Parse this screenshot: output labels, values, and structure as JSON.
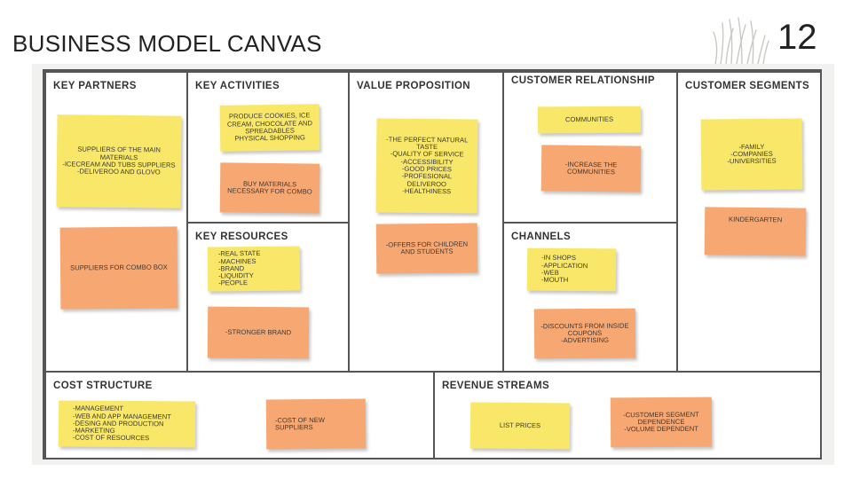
{
  "header": {
    "title": "BUSINESS MODEL CANVAS",
    "page_number": "12"
  },
  "colors": {
    "yellow_note": "#f8e768",
    "orange_note": "#f7a872",
    "frame": "#555555"
  },
  "canvas": {
    "key_partners": {
      "title": "KEY PARTNERS",
      "notes": [
        {
          "color": "yellow",
          "text": "SUPPLIERS OF THE MAIN MATERIALS\n-ICECREAM AND TUBS SUPPLIERS\n-DELIVEROO AND GLOVO"
        },
        {
          "color": "orange",
          "text": "SUPPLIERS FOR COMBO BOX"
        }
      ]
    },
    "key_activities": {
      "title": "KEY ACTIVITIES",
      "notes": [
        {
          "color": "yellow",
          "text": "PRODUCE COOKIES, ICE CREAM, CHOCOLATE AND SPREADABLES\nPHYSICAL SHOPPING"
        },
        {
          "color": "orange",
          "text": "BUY MATERIALS NECESSARY FOR COMBO"
        }
      ]
    },
    "key_resources": {
      "title": "KEY RESOURCES",
      "notes": [
        {
          "color": "yellow",
          "text": "-REAL STATE\n-MACHINES\n-BRAND\n-LIQUIDITY\n-PEOPLE"
        },
        {
          "color": "orange",
          "text": "-STRONGER BRAND"
        }
      ]
    },
    "value_proposition": {
      "title": "VALUE PROPOSITION",
      "notes": [
        {
          "color": "yellow",
          "text": "-THE PERFECT NATURAL TASTE\n-QUALITY OF SERVICE\n-ACCESSIBILITY\n-GOOD PRICES\n-PROFESIONAL DELIVEROO\n-HEALTHINESS"
        },
        {
          "color": "orange",
          "text": "-OFFERS FOR CHILDREN AND STUDENTS"
        }
      ]
    },
    "customer_relationship": {
      "title": "CUSTOMER RELATIONSHIP",
      "notes": [
        {
          "color": "yellow",
          "text": "COMMUNITIES"
        },
        {
          "color": "orange",
          "text": "-INCREASE THE COMMUNITIES"
        }
      ]
    },
    "channels": {
      "title": "CHANNELS",
      "notes": [
        {
          "color": "yellow",
          "text": "-IN SHOPS\n-APPLICATION\n-WEB\n-MOUTH"
        },
        {
          "color": "orange",
          "text": "-DISCOUNTS FROM INSIDE COUPONS\n-ADVERTISING"
        }
      ]
    },
    "customer_segments": {
      "title": "CUSTOMER SEGMENTS",
      "notes": [
        {
          "color": "yellow",
          "text": "-FAMILY\n-COMPANIES\n-UNIVERSITIES"
        },
        {
          "color": "orange",
          "text": "KINDERGARTEN"
        }
      ]
    },
    "cost_structure": {
      "title": "COST STRUCTURE",
      "notes": [
        {
          "color": "yellow",
          "text": "-MANAGEMENT\n-WEB AND APP MANAGEMENT\n-DESING AND PRODUCTION\n-MARKETING\n-COST OF RESOURCES"
        },
        {
          "color": "orange",
          "text": "-COST OF NEW SUPPLIERS"
        }
      ]
    },
    "revenue_streams": {
      "title": "REVENUE STREAMS",
      "notes": [
        {
          "color": "yellow",
          "text": "LIST PRICES"
        },
        {
          "color": "orange",
          "text": "-CUSTOMER SEGMENT DEPENDENCE\n-VOLUME DEPENDENT"
        }
      ]
    }
  }
}
